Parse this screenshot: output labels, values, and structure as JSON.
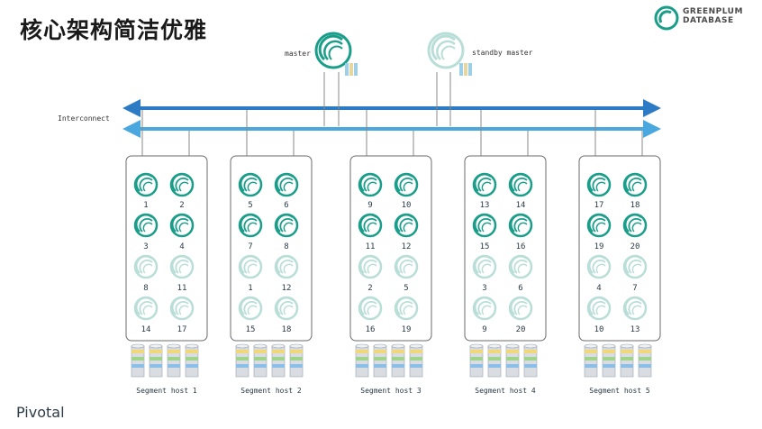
{
  "title": "核心架构简洁优雅",
  "logo": {
    "line1": "GREENPLUM",
    "line2": "DATABASE"
  },
  "footer_logo": "Pivotal",
  "master_label": "master",
  "standby_label": "standby master",
  "interconnect_label": "Interconnect",
  "hosts": [
    {
      "label": "Segment host 1",
      "segments": [
        "1",
        "2",
        "3",
        "4",
        "8",
        "11",
        "14",
        "17"
      ]
    },
    {
      "label": "Segment host 2",
      "segments": [
        "5",
        "6",
        "7",
        "8",
        "1",
        "12",
        "15",
        "18"
      ]
    },
    {
      "label": "Segment host 3",
      "segments": [
        "9",
        "10",
        "11",
        "12",
        "2",
        "5",
        "16",
        "19"
      ]
    },
    {
      "label": "Segment host 4",
      "segments": [
        "13",
        "14",
        "15",
        "16",
        "3",
        "6",
        "9",
        "20"
      ]
    },
    {
      "label": "Segment host 5",
      "segments": [
        "17",
        "18",
        "19",
        "20",
        "4",
        "7",
        "10",
        "13"
      ]
    }
  ],
  "colors": {
    "primary": "#1a9e8a",
    "mirror": "#b9ded7",
    "interconnect_top": "#2d7bc4",
    "interconnect_bottom": "#4ba8df",
    "box_border": "#6b6b6b"
  }
}
